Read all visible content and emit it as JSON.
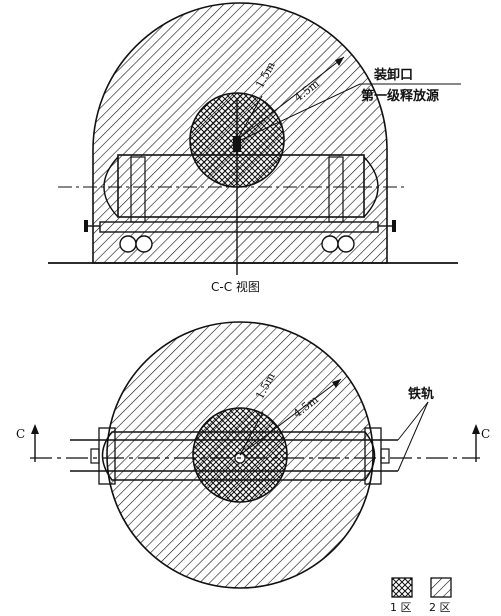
{
  "top_view": {
    "caption": "C-C 视图",
    "source_label_line1": "装卸口",
    "source_label_line2": "第一级释放源",
    "radius_inner": "1.5m",
    "radius_outer": "4.5m"
  },
  "plan_view": {
    "rail_label": "铁轨",
    "section_left": "C",
    "section_right": "C",
    "radius_inner": "1.5m",
    "radius_outer": "4.5m"
  },
  "legend": {
    "zone1": "1 区",
    "zone2": "2 区"
  },
  "colors": {
    "line": "#111111",
    "background": "#ffffff"
  }
}
